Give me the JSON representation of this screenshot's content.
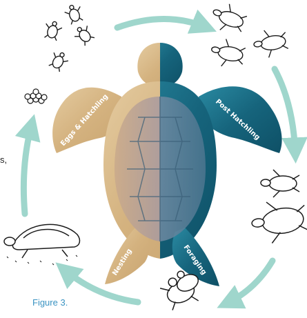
{
  "figure": {
    "caption": "Figure 3.",
    "stray_text": "s,",
    "stages": [
      {
        "id": "eggs-hatchling",
        "label": "Eggs & Hatchling"
      },
      {
        "id": "post-hatchling",
        "label": "Post Hatchling"
      },
      {
        "id": "foraging",
        "label": "Foraging"
      },
      {
        "id": "nesting",
        "label": "Nesting"
      }
    ],
    "colors": {
      "cycle_arrow": "#9fd6cc",
      "sand": "#d7b98a",
      "sand_dark": "#c29e6b",
      "sea": "#1b6f86",
      "sea_dark": "#0f4e63",
      "caption": "#3a93c2"
    }
  }
}
